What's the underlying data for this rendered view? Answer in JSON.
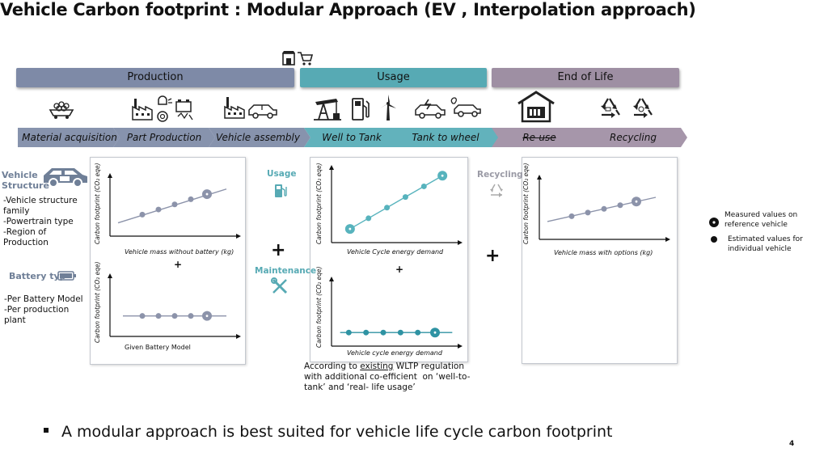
{
  "title": "Vehicle Carbon footprint : Modular Approach (EV , Interpolation approach)",
  "phases": [
    {
      "label": "Production",
      "color": "#7e8aa7"
    },
    {
      "label": "Usage",
      "color": "#57aab4"
    },
    {
      "label": "End of Life",
      "color": "#9e8fa3"
    }
  ],
  "steps": [
    {
      "label": "Material acquisition",
      "color": "#8793ad"
    },
    {
      "label": "Part Production",
      "color": "#8793ad"
    },
    {
      "label": "Vehicle assembly",
      "color": "#8793ad"
    },
    {
      "label": "Well to Tank",
      "color": "#62b2bc"
    },
    {
      "label": "Tank to wheel",
      "color": "#62b2bc"
    },
    {
      "label": "Re-use",
      "color": "#a696aa"
    },
    {
      "label": "Recycling",
      "color": "#a696aa"
    }
  ],
  "left": {
    "vehicle_header": "Vehicle\nStructure",
    "vehicle_items": "-Vehicle structure\nfamily\n-Powertrain type\n-Region of\nProduction",
    "battery_header": "Battery typ",
    "battery_items": "-Per Battery Model\n-Per production\nplant"
  },
  "usage_label": "Usage",
  "maintenance_label": "Maintenance",
  "recycling_label": "Recycling",
  "plus": "+",
  "legend": {
    "measured": "Measured values on\nreference vehicle",
    "estimated": "Estimated values for\nindividual vehicle"
  },
  "usage_note_before": "According to ",
  "usage_note_link": "existing",
  "usage_note_after": " WLTP regulation\nwith additional co-efficient  on ‘well-to-\ntank’ and ‘real- life usage’",
  "bullet": "A modular approach is best suited for vehicle life cycle carbon footprint",
  "page_number": "4",
  "chart_data": [
    {
      "type": "line",
      "title": "",
      "xlabel": "Vehicle mass without battery (kg)",
      "ylabel": "Carbon footprint (CO₂ eqe)",
      "color": "#8c93aa",
      "estimated": [
        {
          "x": 2,
          "y": 2.1
        },
        {
          "x": 3,
          "y": 2.6
        },
        {
          "x": 4,
          "y": 3.1
        },
        {
          "x": 5,
          "y": 3.6
        }
      ],
      "reference": {
        "x": 6,
        "y": 4.1
      },
      "trend": [
        [
          0.5,
          1.3
        ],
        [
          7.2,
          4.6
        ]
      ],
      "xlim": [
        0,
        8
      ],
      "ylim": [
        0,
        6
      ]
    },
    {
      "type": "line",
      "title": "",
      "xlabel": "Given Battery Model",
      "ylabel": "Carbon footprint (CO₂ eqe)",
      "color": "#8c93aa",
      "estimated": [
        {
          "x": 2,
          "y": 2
        },
        {
          "x": 3,
          "y": 2
        },
        {
          "x": 4,
          "y": 2
        },
        {
          "x": 5,
          "y": 2
        }
      ],
      "reference": {
        "x": 6,
        "y": 2
      },
      "trend": [
        [
          0.8,
          2
        ],
        [
          7.2,
          2
        ]
      ],
      "xlim": [
        0,
        8
      ],
      "ylim": [
        0,
        6
      ]
    },
    {
      "type": "line",
      "title": "",
      "xlabel": "Vehicle Cycle energy demand",
      "ylabel": "Carbon footprint (CO₂ eqe)",
      "color": "#57b3bd",
      "estimated": [
        {
          "x": 2,
          "y": 1.6
        },
        {
          "x": 3,
          "y": 2.3
        },
        {
          "x": 4,
          "y": 3.0
        },
        {
          "x": 5,
          "y": 3.7
        }
      ],
      "reference_points": [
        {
          "x": 1,
          "y": 0.9
        },
        {
          "x": 6,
          "y": 4.4
        }
      ],
      "trend": [
        [
          1,
          0.9
        ],
        [
          6,
          4.4
        ]
      ],
      "xlim": [
        0,
        7
      ],
      "ylim": [
        0,
        5
      ]
    },
    {
      "type": "line",
      "title": "",
      "xlabel": "Vehicle cycle energy demand",
      "ylabel": "Carbon footprint (CO₂ eqe)",
      "color": "#2f93a3",
      "estimated": [
        {
          "x": 1,
          "y": 1.2
        },
        {
          "x": 2,
          "y": 1.2
        },
        {
          "x": 3,
          "y": 1.2
        },
        {
          "x": 4,
          "y": 1.2
        },
        {
          "x": 5,
          "y": 1.2
        }
      ],
      "reference": {
        "x": 6,
        "y": 1.2
      },
      "trend": [
        [
          0.5,
          1.2
        ],
        [
          7,
          1.2
        ]
      ],
      "xlim": [
        0,
        7.5
      ],
      "ylim": [
        0,
        6
      ]
    },
    {
      "type": "line",
      "title": "",
      "xlabel": "Vehicle mass with options (kg)",
      "ylabel": "Carbon footprint (CO₂ eqe)",
      "color": "#8c93aa",
      "estimated": [
        {
          "x": 2,
          "y": 2.2
        },
        {
          "x": 3,
          "y": 2.55
        },
        {
          "x": 4,
          "y": 2.9
        },
        {
          "x": 5,
          "y": 3.25
        }
      ],
      "reference": {
        "x": 6,
        "y": 3.6
      },
      "trend": [
        [
          0.5,
          1.7
        ],
        [
          7.2,
          4.0
        ]
      ],
      "xlim": [
        0,
        8
      ],
      "ylim": [
        0,
        6
      ]
    }
  ],
  "icons": {
    "shop": "shop-cart-icon",
    "coal": "coal-cart-icon",
    "factory_parts": "factory-parts-icon",
    "factory_car": "factory-car-icon",
    "oil_pump": "oil-pump-icon",
    "fuel": "fuel-pump-icon",
    "wind": "wind-turbine-icon",
    "ev": "electric-car-icon",
    "garage": "garage-battery-icon",
    "recycle": "recycle-icon"
  }
}
